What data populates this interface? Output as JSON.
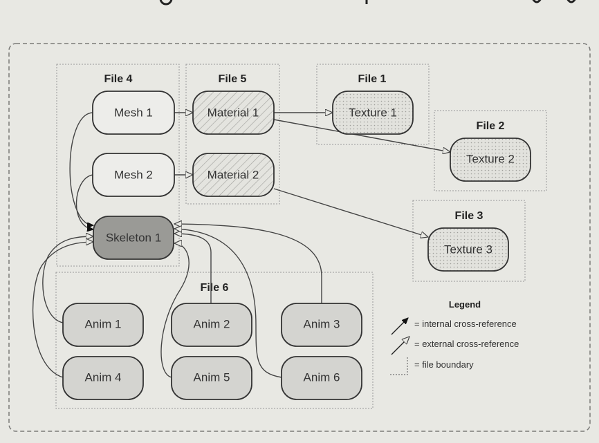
{
  "diagram": {
    "files": [
      {
        "id": "file4",
        "label": "File 4"
      },
      {
        "id": "file5",
        "label": "File 5"
      },
      {
        "id": "file1",
        "label": "File 1"
      },
      {
        "id": "file2",
        "label": "File 2"
      },
      {
        "id": "file3",
        "label": "File 3"
      },
      {
        "id": "file6",
        "label": "File 6"
      }
    ],
    "nodes": [
      {
        "id": "mesh1",
        "label": "Mesh 1",
        "file": "file4",
        "style": "plain"
      },
      {
        "id": "mesh2",
        "label": "Mesh 2",
        "file": "file4",
        "style": "plain"
      },
      {
        "id": "skeleton1",
        "label": "Skeleton 1",
        "file": "file4",
        "style": "dark"
      },
      {
        "id": "material1",
        "label": "Material 1",
        "file": "file5",
        "style": "hatched"
      },
      {
        "id": "material2",
        "label": "Material 2",
        "file": "file5",
        "style": "hatched"
      },
      {
        "id": "texture1",
        "label": "Texture 1",
        "file": "file1",
        "style": "dotted"
      },
      {
        "id": "texture2",
        "label": "Texture 2",
        "file": "file2",
        "style": "dotted"
      },
      {
        "id": "texture3",
        "label": "Texture 3",
        "file": "file3",
        "style": "dotted"
      },
      {
        "id": "anim1",
        "label": "Anim 1",
        "file": "file6",
        "style": "light"
      },
      {
        "id": "anim2",
        "label": "Anim 2",
        "file": "file6",
        "style": "light"
      },
      {
        "id": "anim3",
        "label": "Anim 3",
        "file": "file6",
        "style": "light"
      },
      {
        "id": "anim4",
        "label": "Anim 4",
        "file": "file6",
        "style": "light"
      },
      {
        "id": "anim5",
        "label": "Anim 5",
        "file": "file6",
        "style": "light"
      },
      {
        "id": "anim6",
        "label": "Anim 6",
        "file": "file6",
        "style": "light"
      }
    ],
    "edges": [
      {
        "from": "mesh1",
        "to": "material1",
        "type": "external"
      },
      {
        "from": "mesh2",
        "to": "material2",
        "type": "external"
      },
      {
        "from": "material1",
        "to": "texture1",
        "type": "external"
      },
      {
        "from": "material1",
        "to": "texture2",
        "type": "external"
      },
      {
        "from": "material2",
        "to": "texture3",
        "type": "external"
      },
      {
        "from": "mesh1",
        "to": "skeleton1",
        "type": "internal"
      },
      {
        "from": "mesh2",
        "to": "skeleton1",
        "type": "internal"
      },
      {
        "from": "anim1",
        "to": "skeleton1",
        "type": "external"
      },
      {
        "from": "anim4",
        "to": "skeleton1",
        "type": "external"
      },
      {
        "from": "anim2",
        "to": "skeleton1",
        "type": "external"
      },
      {
        "from": "anim3",
        "to": "skeleton1",
        "type": "external"
      },
      {
        "from": "anim5",
        "to": "skeleton1",
        "type": "external"
      },
      {
        "from": "anim6",
        "to": "skeleton1",
        "type": "external"
      }
    ],
    "legend": {
      "title": "Legend",
      "internal": "= internal cross-reference",
      "external": "= external cross-reference",
      "boundary": "= file boundary"
    }
  },
  "colors": {
    "background": "#e8e8e3",
    "stroke": "#333333",
    "skeleton_fill": "#9a9a96",
    "anim_fill": "#d4d4d0",
    "plain_fill": "#ededea"
  }
}
